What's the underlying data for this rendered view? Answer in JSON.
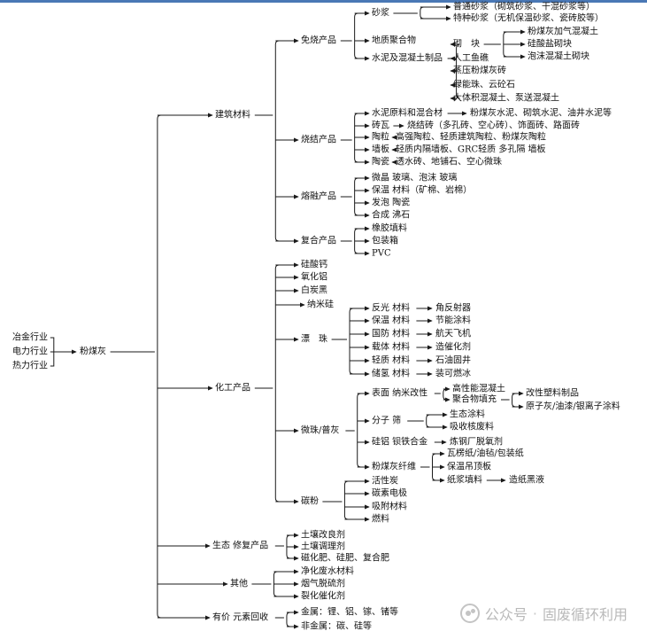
{
  "watermark": {
    "channel": "公众号",
    "separator": "·",
    "account": "固废循环利用"
  },
  "tree": {
    "inputs": [
      "冶金行业",
      "电力行业",
      "热力行业"
    ],
    "root": "粉煤灰",
    "branches": [
      {
        "label": "建筑材料",
        "children": [
          {
            "label": "免烧产品",
            "children": [
              {
                "label": "砂浆",
                "children": [
                  {
                    "label": "普通砂浆（砌筑砂浆、干混砂浆等）"
                  },
                  {
                    "label": "特种砂浆（无机保温砂浆、瓷砖胶等）"
                  }
                ]
              },
              {
                "label": "地质聚合物"
              },
              {
                "label": "水泥及混凝土制品",
                "children": [
                  {
                    "label": "砌　块",
                    "children": [
                      {
                        "label": "粉煤灰加气混凝土"
                      },
                      {
                        "label": "硅酸盐砌块"
                      },
                      {
                        "label": "泡沫混凝土砌块"
                      }
                    ]
                  },
                  {
                    "label": "人工鱼礁"
                  },
                  {
                    "label": "蒸压粉煤灰砖"
                  },
                  {
                    "label": "绿能珠、云砼石"
                  },
                  {
                    "label": "大体积混凝土、泵送混凝土"
                  }
                ]
              }
            ]
          },
          {
            "label": "烧结产品",
            "children": [
              {
                "label": "水泥原料和混合材",
                "children": [
                  {
                    "label": "粉煤灰水泥、砌筑水泥、油井水泥等"
                  }
                ]
              },
              {
                "label": "砖瓦",
                "children": [
                  {
                    "label": "烧结砖（多孔砖、空心砖）、饰面砖、路面砖"
                  }
                ]
              },
              {
                "label": "陶粒",
                "children": [
                  {
                    "label": "高强陶粒、轻质建筑陶粒、粉煤灰陶粒"
                  }
                ]
              },
              {
                "label": "墙板",
                "children": [
                  {
                    "label": "轻质内隔墙板、GRC轻质 多孔隔 墙板"
                  }
                ]
              },
              {
                "label": "陶瓷",
                "children": [
                  {
                    "label": "透水砖、地铺石、空心微珠"
                  }
                ]
              }
            ]
          },
          {
            "label": "熔融产品",
            "children": [
              {
                "label": "微晶 玻璃、泡沫 玻璃"
              },
              {
                "label": "保温 材料（矿棉、岩棉）"
              },
              {
                "label": "发泡 陶瓷"
              },
              {
                "label": "合成 沸石"
              }
            ]
          },
          {
            "label": "复合产品",
            "children": [
              {
                "label": "橡胶填料"
              },
              {
                "label": "包装箱"
              },
              {
                "label": "PVC"
              }
            ]
          }
        ]
      },
      {
        "label": "化工产品",
        "children": [
          {
            "label": "硅酸钙"
          },
          {
            "label": "氧化铝"
          },
          {
            "label": "白炭黑"
          },
          {
            "label": "纳米硅"
          },
          {
            "label": "漂　珠",
            "children": [
              {
                "label": "反光 材料",
                "children": [
                  {
                    "label": "角反射器"
                  }
                ]
              },
              {
                "label": "保温 材料",
                "children": [
                  {
                    "label": "节能涂料"
                  }
                ]
              },
              {
                "label": "国防 材料",
                "children": [
                  {
                    "label": "航天飞机"
                  }
                ]
              },
              {
                "label": "载体 材料",
                "children": [
                  {
                    "label": "造催化剂"
                  }
                ]
              },
              {
                "label": "轻质 材料",
                "children": [
                  {
                    "label": "石油固井"
                  }
                ]
              },
              {
                "label": "储氢 材料",
                "children": [
                  {
                    "label": "装可燃冰"
                  }
                ]
              }
            ]
          },
          {
            "label": "微珠/普灰",
            "children": [
              {
                "label": "表面 纳米改性",
                "children": [
                  {
                    "label": "高性能混凝土"
                  },
                  {
                    "label": "聚合物填充",
                    "children": [
                      {
                        "label": "改性塑料制品"
                      },
                      {
                        "label": "原子灰/油漆/银离子涂料"
                      }
                    ]
                  }
                ]
              },
              {
                "label": "分子 筛",
                "children": [
                  {
                    "label": "生态涂料"
                  },
                  {
                    "label": "吸收核废料"
                  }
                ]
              },
              {
                "label": "硅铝 钡铁合金",
                "children": [
                  {
                    "label": "炼钢厂脱氧剂"
                  }
                ]
              },
              {
                "label": "粉煤灰纤维",
                "children": [
                  {
                    "label": "瓦楞纸/油毡/包装纸"
                  },
                  {
                    "label": "保温吊顶板"
                  },
                  {
                    "label": "纸浆填料",
                    "children": [
                      {
                        "label": "造纸黑液"
                      }
                    ]
                  }
                ]
              }
            ]
          },
          {
            "label": "碳粉",
            "children": [
              {
                "label": "活性炭"
              },
              {
                "label": "碳素电极"
              },
              {
                "label": "吸附材料"
              },
              {
                "label": "燃料"
              }
            ]
          }
        ]
      },
      {
        "label": "生态 修复产品",
        "children": [
          {
            "label": "土壤改良剂"
          },
          {
            "label": "土壤调理剂"
          },
          {
            "label": "磁化肥、硅肥、复合肥"
          }
        ]
      },
      {
        "label": "其他",
        "children": [
          {
            "label": "净化废水材料"
          },
          {
            "label": "烟气脱硫剂"
          },
          {
            "label": "裂化催化剂"
          }
        ]
      },
      {
        "label": "有价 元素回收",
        "children": [
          {
            "label": "金属：锂、铝、镓、锗等"
          },
          {
            "label": "非金属：碳、硅等"
          }
        ]
      }
    ]
  }
}
